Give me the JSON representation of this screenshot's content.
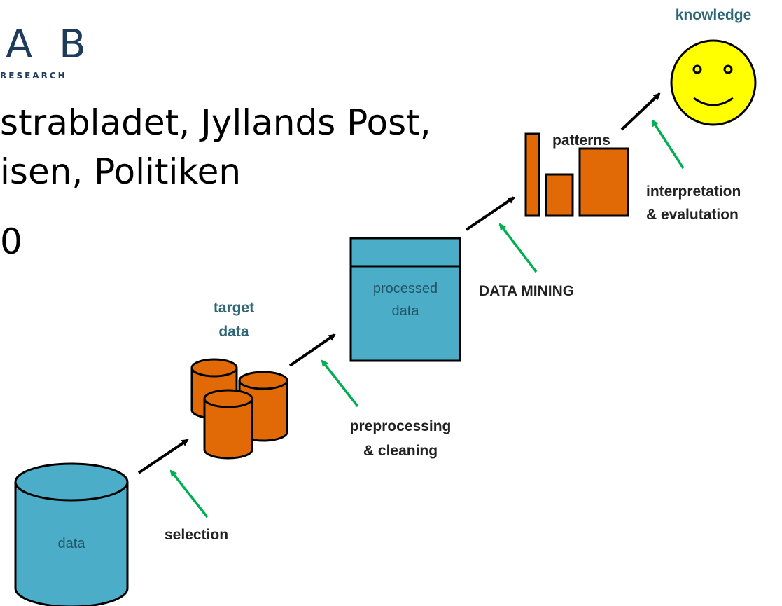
{
  "slide": {
    "logo": {
      "main": "A B",
      "sub": "RESEARCH"
    },
    "text_lines": [
      "strabladet, Jyllands Post,",
      "isen, Politiken",
      "0"
    ]
  },
  "diagram": {
    "stages": {
      "data": "data",
      "target_data": [
        "target",
        "data"
      ],
      "processed_data": [
        "processed",
        "data"
      ],
      "patterns": "patterns",
      "knowledge": "knowledge"
    },
    "steps": {
      "selection": "selection",
      "preprocessing": [
        "preprocessing",
        "& cleaning"
      ],
      "data_mining": "DATA MINING",
      "interpretation": [
        "interpretation",
        "& evalutation"
      ]
    },
    "colors": {
      "blue": "#4badc7",
      "orange": "#e26a06",
      "yellow": "#ffff00",
      "teal_text": "#2e6678",
      "green_arrow": "#00b050",
      "black_arrow": "#000000"
    }
  }
}
